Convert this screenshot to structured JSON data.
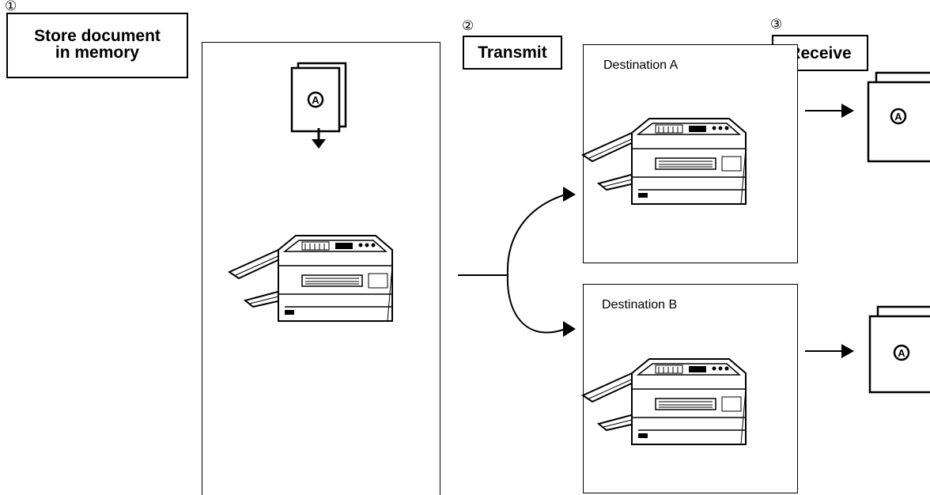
{
  "steps": [
    {
      "number": "①",
      "label_line1": "Store document",
      "label_line2": "in memory"
    },
    {
      "number": "②",
      "label": "Transmit"
    },
    {
      "number": "③",
      "label": "Receive"
    }
  ],
  "destinations": [
    {
      "label": "Destination A"
    },
    {
      "label": "Destination B"
    }
  ],
  "document_mark": "A",
  "icons": [
    "document-stack-icon",
    "fax-machine-icon",
    "arrow-icon"
  ]
}
